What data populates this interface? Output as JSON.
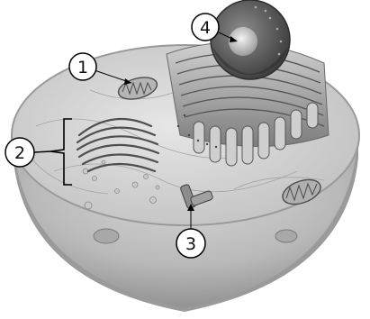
{
  "labels": [
    {
      "number": "1",
      "target": "mitochondrion"
    },
    {
      "number": "2",
      "target": "golgi-apparatus"
    },
    {
      "number": "3",
      "target": "centrioles"
    },
    {
      "number": "4",
      "target": "nucleus"
    }
  ],
  "colors": {
    "background": "#ffffff",
    "cytoplasm": "#cfcfcf",
    "membrane": "#9a9a9a",
    "organelle_dark": "#4a4a4a",
    "callout_stroke": "#000000"
  }
}
